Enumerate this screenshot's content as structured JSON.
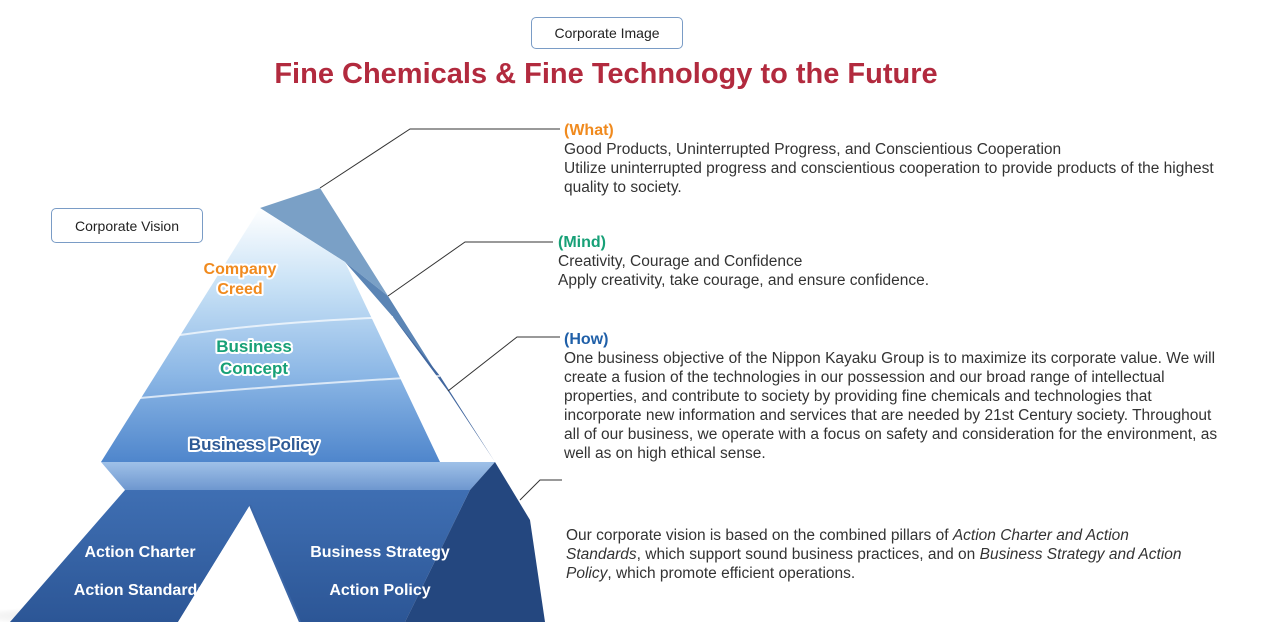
{
  "corporate_image_label": "Corporate Image",
  "title": "Fine Chemicals & Fine Technology to the Future",
  "corporate_vision_label": "Corporate Vision",
  "pyramid": {
    "company_creed_line1": "Company",
    "company_creed_line2": "Creed",
    "business_concept_line1": "Business",
    "business_concept_line2": "Concept",
    "business_policy": "Business Policy",
    "base_left_line1": "Action Charter",
    "base_left_line2": "Action Standards",
    "base_right_line1": "Business Strategy",
    "base_right_line2": "Action Policy"
  },
  "what": {
    "heading": "(What)",
    "line1": "Good Products, Uninterrupted Progress, and Conscientious Cooperation",
    "line2": "Utilize uninterrupted progress and conscientious cooperation to provide products of the highest quality to society."
  },
  "mind": {
    "heading": "(Mind)",
    "line1": "Creativity, Courage and Confidence",
    "line2": "Apply creativity, take courage, and ensure confidence."
  },
  "how": {
    "heading": "(How)",
    "text": "One business objective of the Nippon Kayaku Group is to maximize its corporate value. We will create a fusion of the technologies in our possession and our broad range of intellectual properties, and contribute to society by providing fine chemicals and technologies that incorporate new information and services that are needed by 21st Century society. Throughout all of our business, we operate with a focus on safety and consideration for the environment, as well as on high ethical sense."
  },
  "vision": {
    "text_a": "Our corporate vision is based on the combined pillars of ",
    "em_a": "Action Charter and Action Standards",
    "text_b": ", which support sound business practices, and on ",
    "em_b": "Business Strategy and Action Policy",
    "text_c": ", which promote efficient operations."
  },
  "colors": {
    "title": "#b22a3e",
    "what": "#f08a1e",
    "mind": "#17a077",
    "how": "#1f5fa8",
    "pyramid_dark": "#2e5a96"
  }
}
